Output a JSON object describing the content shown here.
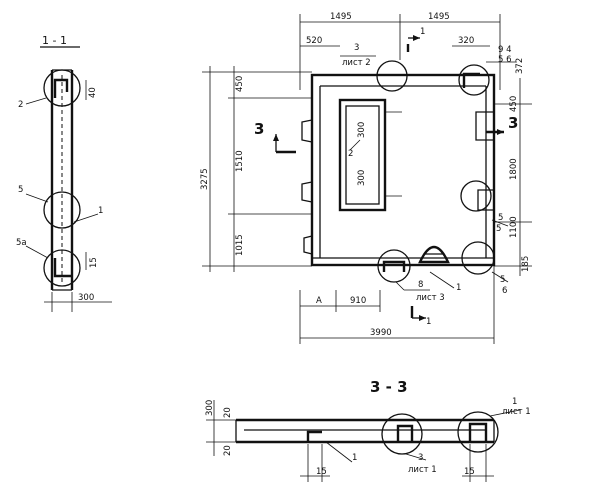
{
  "section_1": {
    "title": "1 - 1",
    "callouts": [
      "2",
      "5",
      "5a"
    ],
    "item": "1",
    "dims": {
      "top": "40",
      "bottom": "15",
      "width": "300"
    }
  },
  "plan": {
    "top_dims": [
      "1495",
      "1495"
    ],
    "top_sub_dims": [
      "520",
      "320"
    ],
    "sheet_ref_top": {
      "num": "3",
      "sheet": "лист 2"
    },
    "section_mark_top": "1",
    "callout_corner": {
      "a": "9 4",
      "b": "5 6",
      "c": "372"
    },
    "left_dims": [
      "450",
      "1510",
      "1015"
    ],
    "overall_left": "3275",
    "inner_dims": [
      "300",
      "300"
    ],
    "callout_mid": "2",
    "right_dims": [
      "450",
      "1800",
      "1100",
      "185"
    ],
    "right_callouts": [
      "5",
      "5",
      "5",
      "6"
    ],
    "section_mark": "3",
    "bottom_callouts": {
      "ref8": "8",
      "sheet": "лист 3",
      "item": "1",
      "ref6": "6"
    },
    "bottom_dims": [
      "A",
      "910"
    ],
    "overall_bottom": "3990",
    "section_mark_bottom": "1"
  },
  "section_3": {
    "title": "3 - 3",
    "dims_left": [
      "300",
      "20",
      "20"
    ],
    "item": "1",
    "ref_right": {
      "num": "1",
      "sheet": "лист 1"
    },
    "ref_mid": {
      "num": "3",
      "sheet": "лист 1"
    },
    "bottom_dims": [
      "15",
      "15"
    ]
  }
}
